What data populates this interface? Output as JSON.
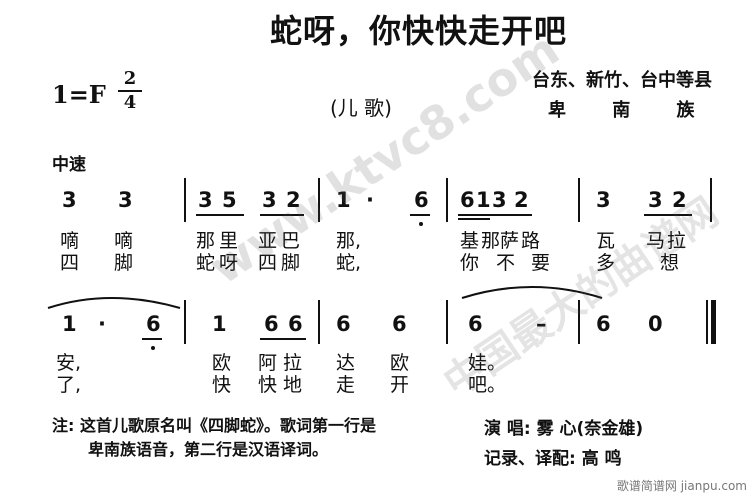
{
  "title": "蛇呀，你快快走开吧",
  "key": "1=F",
  "time_sig": {
    "top": "2",
    "bottom": "4"
  },
  "genre": "(儿  歌)",
  "origin": {
    "line1": "台东、新竹、台中等县",
    "line2": "卑 南 族"
  },
  "tempo": "中速",
  "row1": {
    "notes": [
      "3",
      "3",
      "3",
      "5",
      "3",
      "2",
      "1",
      "·",
      "6",
      "6",
      "1",
      "3",
      "2",
      "3",
      "3",
      "2"
    ],
    "lyrics1": [
      "嘀",
      "嘀",
      "那里",
      "亚巴",
      "那,",
      "基那",
      "萨路",
      "瓦",
      "马拉"
    ],
    "lyrics2": [
      "四",
      "脚",
      "蛇呀",
      "四脚",
      "蛇,",
      "你",
      "不要",
      "多",
      "想"
    ]
  },
  "row2": {
    "notes": [
      "1",
      "·",
      "6",
      "1",
      "6",
      "6",
      "6",
      "6",
      "6",
      "–",
      "6",
      "0"
    ],
    "lyrics1": [
      "安,",
      "欧",
      "阿拉",
      "达",
      "欧",
      "娃。"
    ],
    "lyrics2": [
      "了,",
      "快",
      "快地",
      "走",
      "开",
      "吧。"
    ]
  },
  "footnote": {
    "label": "注:",
    "line1": "这首儿歌原名叫《四脚蛇》。歌词第一行是",
    "line2": "卑南族语音，第二行是汉语译词。"
  },
  "credits": {
    "singer_label": "演    唱:",
    "singer": "雾 心(奈金雄)",
    "recorder_label": "记录、译配:",
    "recorder": "高 鸣"
  },
  "watermark": {
    "text1": "www.ktvc8.com",
    "text2": "中国最大的曲谱网"
  },
  "site_mark": "歌谱简谱网 jianpu.com"
}
